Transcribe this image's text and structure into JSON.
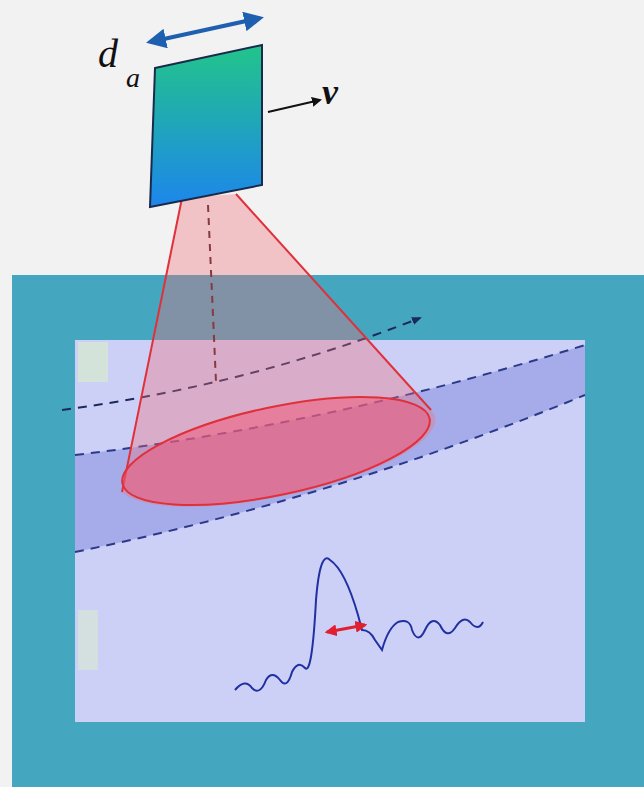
{
  "diagram": {
    "labels": [
      "d",
      "a",
      "v"
    ]
  }
}
